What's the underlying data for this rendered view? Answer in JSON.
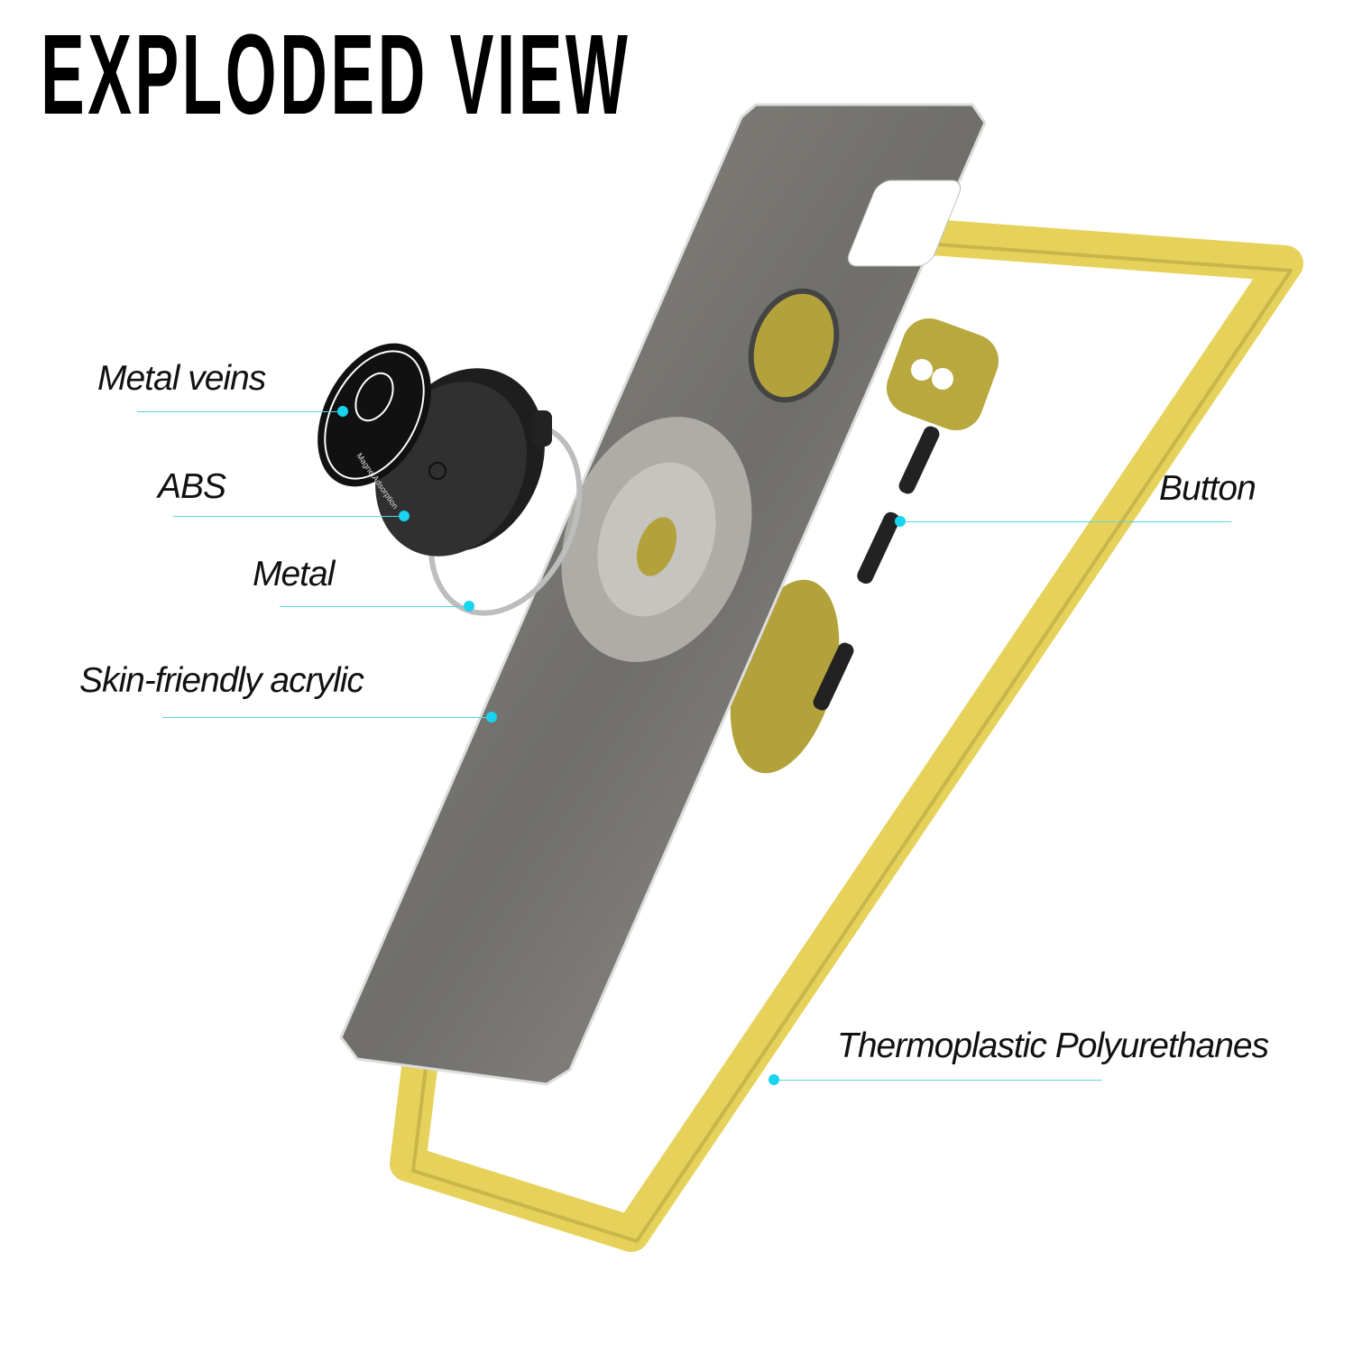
{
  "title": "EXPLODED VIEW",
  "disc_text": "MagnetAdsorption",
  "labels": {
    "metal_veins": "Metal veins",
    "abs": "ABS",
    "metal": "Metal",
    "acrylic": "Skin-friendly acrylic",
    "button": "Button",
    "tpu": "Thermoplastic Polyurethanes"
  },
  "colors": {
    "leader": "#18d4ee",
    "bumper": "#e6d25a",
    "panel": "#8a8a86"
  }
}
